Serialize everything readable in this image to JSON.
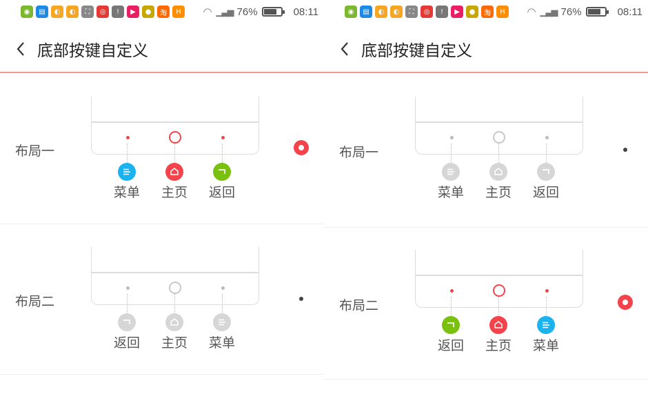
{
  "status_bar": {
    "time": "08:11",
    "battery_percent": "76%",
    "battery_level": 0.76,
    "notification_icons": [
      {
        "icon": "browser-icon",
        "color": "#7cb82f",
        "glyph": "◉"
      },
      {
        "icon": "news-icon",
        "color": "#1e88e5",
        "glyph": "▤"
      },
      {
        "icon": "uc-icon-1",
        "color": "#f5a623",
        "glyph": "◐"
      },
      {
        "icon": "uc-icon-2",
        "color": "#f5a623",
        "glyph": "◐"
      },
      {
        "icon": "scan-icon",
        "color": "#888888",
        "glyph": "⛶"
      },
      {
        "icon": "chrome-icon",
        "color": "#e53935",
        "glyph": "◎"
      },
      {
        "icon": "alert-icon",
        "color": "#777777",
        "glyph": "!"
      },
      {
        "icon": "video-icon",
        "color": "#e91e63",
        "glyph": "▶"
      },
      {
        "icon": "camera-icon",
        "color": "#c8a800",
        "glyph": "●"
      },
      {
        "icon": "taobao-icon",
        "color": "#ff6a00",
        "glyph": "淘"
      },
      {
        "icon": "store-icon",
        "color": "#ff8f00",
        "glyph": "H"
      }
    ]
  },
  "header": {
    "title": "底部按键自定义"
  },
  "colors": {
    "accent": "#f4434b",
    "menu_blue": "#1ab3ef",
    "home_red": "#f4434b",
    "back_green": "#79c00f",
    "inactive_gray": "#d6d6d6",
    "header_line": "#f2998f"
  },
  "screens": [
    {
      "layouts": [
        {
          "label": "布局一",
          "selected": true,
          "keys": [
            {
              "label": "菜单",
              "icon": "menu-icon",
              "color": "#1ab3ef"
            },
            {
              "label": "主页",
              "icon": "home-icon",
              "color": "#f4434b"
            },
            {
              "label": "返回",
              "icon": "back-key-icon",
              "color": "#79c00f"
            }
          ]
        },
        {
          "label": "布局二",
          "selected": false,
          "keys": [
            {
              "label": "返回",
              "icon": "back-key-icon",
              "color": "#d6d6d6"
            },
            {
              "label": "主页",
              "icon": "home-icon",
              "color": "#d6d6d6"
            },
            {
              "label": "菜单",
              "icon": "menu-icon",
              "color": "#d6d6d6"
            }
          ]
        }
      ]
    },
    {
      "layouts": [
        {
          "label": "布局一",
          "selected": false,
          "keys": [
            {
              "label": "菜单",
              "icon": "menu-icon",
              "color": "#d6d6d6"
            },
            {
              "label": "主页",
              "icon": "home-icon",
              "color": "#d6d6d6"
            },
            {
              "label": "返回",
              "icon": "back-key-icon",
              "color": "#d6d6d6"
            }
          ]
        },
        {
          "label": "布局二",
          "selected": true,
          "keys": [
            {
              "label": "返回",
              "icon": "back-key-icon",
              "color": "#79c00f"
            },
            {
              "label": "主页",
              "icon": "home-icon",
              "color": "#f4434b"
            },
            {
              "label": "菜单",
              "icon": "menu-icon",
              "color": "#1ab3ef"
            }
          ]
        }
      ]
    }
  ]
}
